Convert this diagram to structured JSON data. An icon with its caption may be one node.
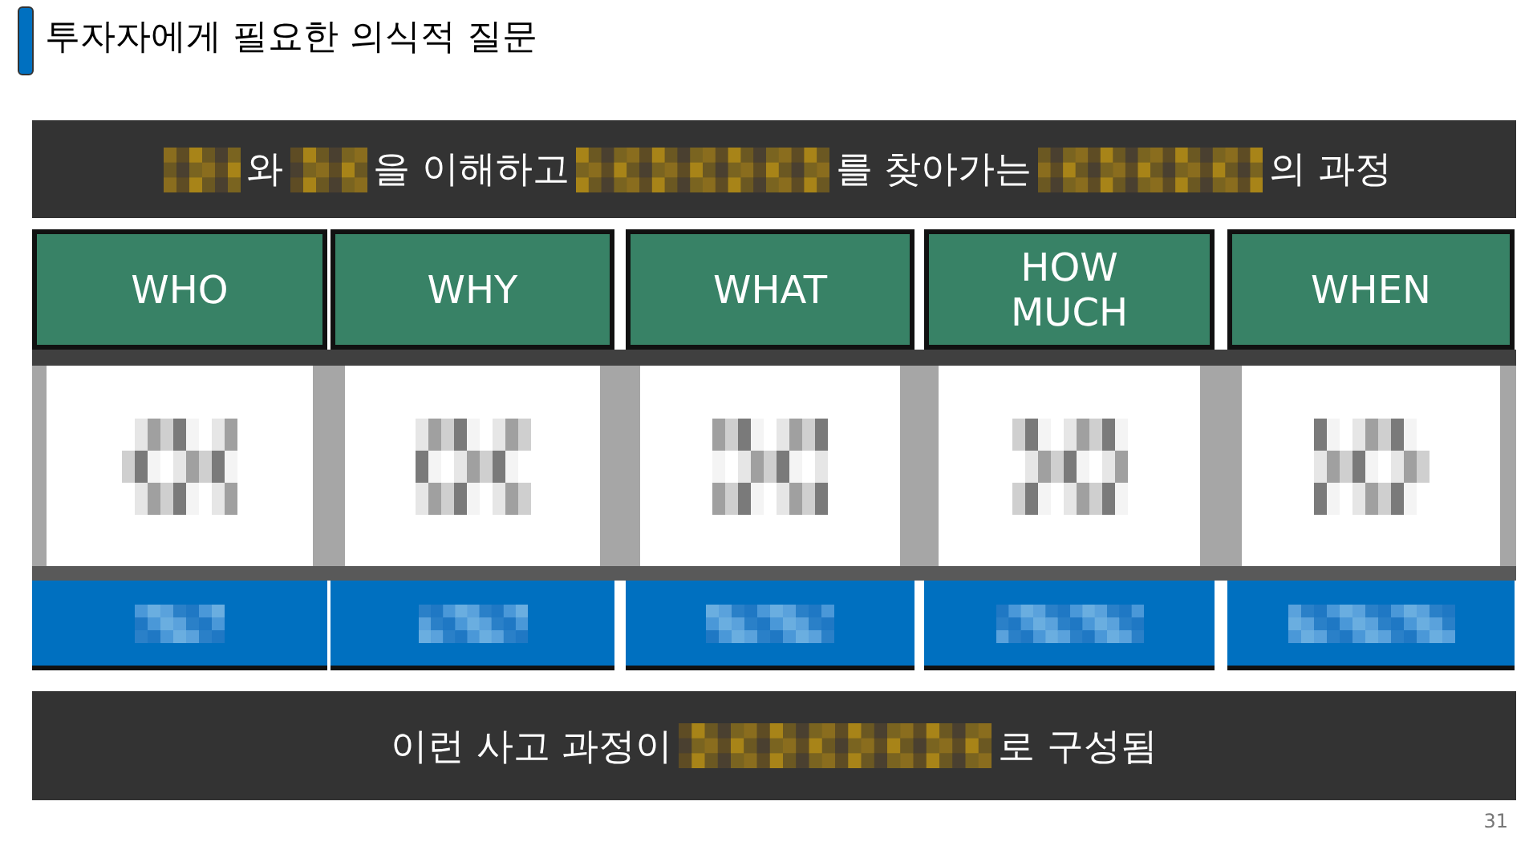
{
  "diagram": {
    "title": "투자자에게 필요한 의식적 질문",
    "nodes": [
      {
        "text": [
          "와",
          "을 이해하고",
          "를 찾아가는",
          "의 과정"
        ]
      },
      {
        "text": [
          "WHO"
        ]
      },
      {
        "text": [
          "WHY"
        ]
      },
      {
        "text": [
          "WHAT"
        ]
      },
      {
        "text": [
          "HOW MUCH"
        ]
      },
      {
        "text": [
          "WHEN"
        ]
      },
      {
        "text": [],
        "shape": "box"
      },
      {
        "text": [],
        "shape": "box"
      },
      {
        "text": [],
        "shape": "box"
      },
      {
        "text": [],
        "shape": "box"
      },
      {
        "text": [],
        "shape": "box"
      },
      {
        "text": [],
        "shape": "bar"
      },
      {
        "text": [],
        "shape": "bar"
      },
      {
        "text": [],
        "shape": "bar"
      },
      {
        "text": [],
        "shape": "bar"
      },
      {
        "text": [],
        "shape": "bar"
      },
      {
        "text": [
          "이런 사고 과정이",
          "로 구성됨"
        ]
      }
    ],
    "edges": [],
    "labels": [
      "31"
    ]
  }
}
